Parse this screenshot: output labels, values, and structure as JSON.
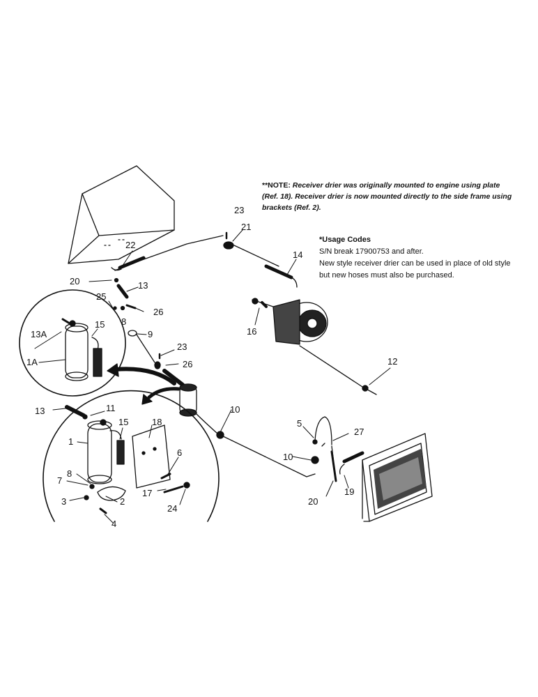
{
  "note": {
    "lead": "**NOTE:",
    "body": "Receiver drier was originally mounted to engine using plate (Ref. 18). Receiver drier is now mounted directly to the side frame using brackets (Ref. 2)."
  },
  "usage": {
    "title": "*Usage Codes",
    "lines": [
      "S/N break 17900753 and after.",
      "New style receiver drier can be used in place of old style but new hoses must also be purchased."
    ]
  },
  "callouts": {
    "c22": "22",
    "c23a": "23",
    "c21": "21",
    "c14": "14",
    "c20a": "20",
    "c13a": "13",
    "c25": "25",
    "c8a": "8",
    "c26a": "26",
    "c9": "9",
    "c16": "16",
    "c15a": "15",
    "c13A": "13A",
    "c1A": "1A",
    "c23b": "23",
    "c26b": "26",
    "c12": "12",
    "c13b": "13",
    "c11": "11",
    "c10a": "10",
    "c15b": "15",
    "c18": "18",
    "c1": "1",
    "c5": "5",
    "c27": "27",
    "c6": "6",
    "c8b": "8",
    "c7": "7",
    "c10b": "10",
    "c17": "17",
    "c3": "3",
    "c2": "2",
    "c24": "24",
    "c19": "19",
    "c20b": "20",
    "c4": "4"
  },
  "colors": {
    "ink": "#111111",
    "paper": "#ffffff"
  }
}
